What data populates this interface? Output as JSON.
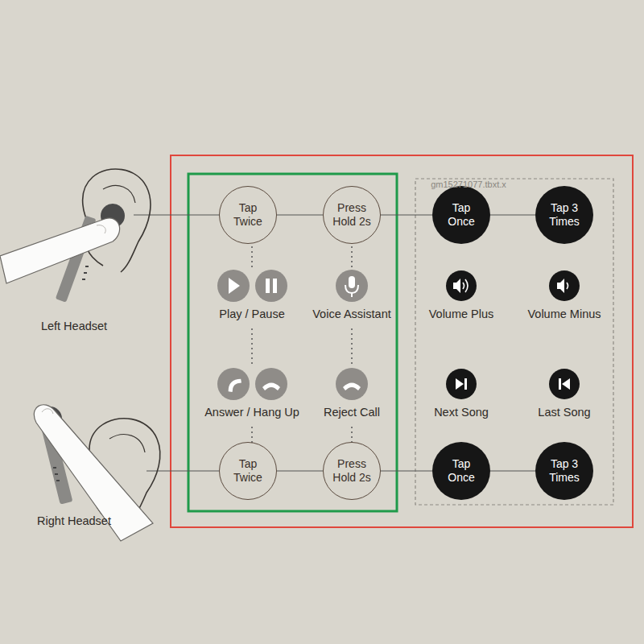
{
  "diagram": {
    "nodes": [
      {
        "text": [
          "Tap Twice"
        ]
      },
      {
        "text": [
          "Press Hold 2s"
        ]
      },
      {
        "text": [
          "Tap Once"
        ]
      },
      {
        "text": [
          "Tap 3 Times"
        ]
      },
      {
        "text": [
          "Tap Twice"
        ]
      },
      {
        "text": [
          "Press Hold 2s"
        ]
      },
      {
        "text": [
          "Tap Once"
        ]
      },
      {
        "text": [
          "Tap 3 Times"
        ]
      }
    ],
    "edges": [
      {
        "from": 0,
        "to": 1,
        "arrow": "none"
      },
      {
        "from": 1,
        "to": 2,
        "arrow": "none"
      },
      {
        "from": 2,
        "to": 3,
        "arrow": "none"
      },
      {
        "from": 4,
        "to": 5,
        "arrow": "none"
      },
      {
        "from": 5,
        "to": 6,
        "arrow": "none"
      },
      {
        "from": 6,
        "to": 7,
        "arrow": "none"
      }
    ],
    "labels": [
      "Left Headset",
      "Right Headset",
      "Play / Pause",
      "Voice Assistant",
      "Volume Plus",
      "Volume Minus",
      "Answer / Hang Up",
      "Reject Call",
      "Next Song",
      "Last Song",
      "gm15271077.tbxt.x"
    ]
  }
}
